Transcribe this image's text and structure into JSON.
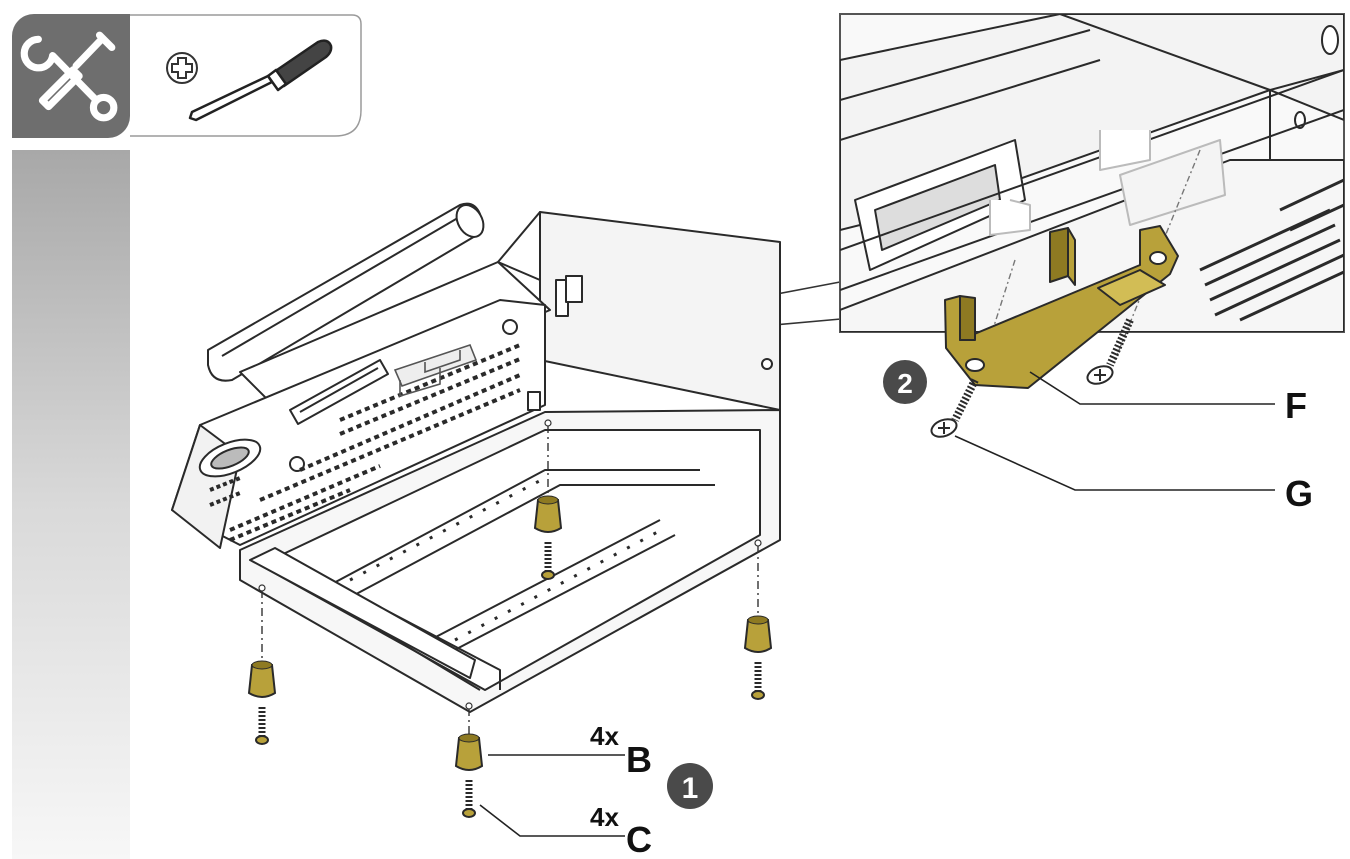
{
  "colors": {
    "accent_part": "#b8a13a",
    "accent_part_dark": "#8e7a22",
    "tool_panel": "#6e6e6e",
    "step_badge": "#4a4a4a",
    "line": "#2a2a2a",
    "sidebar_top": "#a9a9a9"
  },
  "tools": {
    "panel_icon": "wrench-and-screwdriver-icon",
    "required_tool_icon": "phillips-screwdriver-icon",
    "tip_symbol_icon": "phillips-head-symbol-icon"
  },
  "steps": [
    {
      "number": "1"
    },
    {
      "number": "2"
    }
  ],
  "parts": {
    "B": {
      "letter": "B",
      "qty": "4x"
    },
    "C": {
      "letter": "C",
      "qty": "4x"
    },
    "F": {
      "letter": "F"
    },
    "G": {
      "letter": "G"
    }
  }
}
